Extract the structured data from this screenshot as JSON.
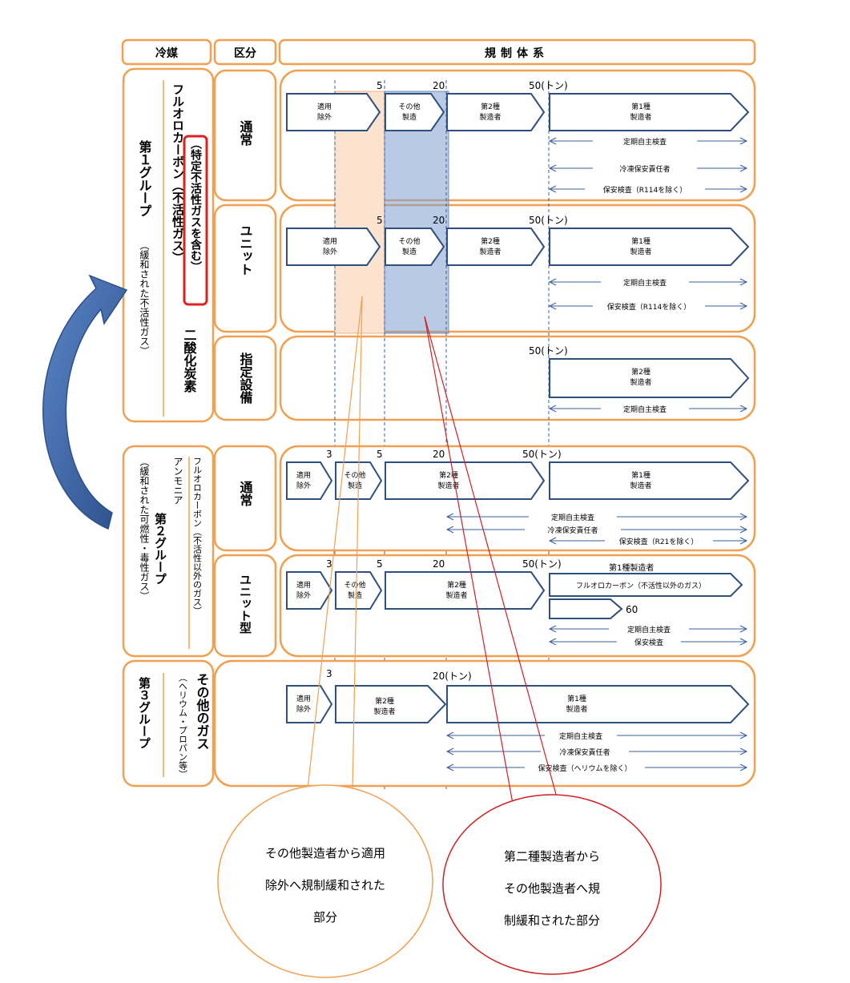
{
  "header": {
    "refrigerant": "冷媒",
    "category": "区分",
    "system": "規制体系"
  },
  "group1": {
    "title": "第１グループ",
    "title_sub": "（緩和された不活性ガス）",
    "fc_title": "フルオロカーボン（不活性ガス）",
    "fc_boxed": "（特定不活性ガスを含む）",
    "co2": "二酸化炭素",
    "row_normal": "通常",
    "row_unit": "ユニット",
    "row_designated": "指定設備"
  },
  "group2": {
    "title": "第２グループ",
    "title_sub": "（緩和された可燃性・毒性ガス）",
    "gas": "アンモニア",
    "gas2": "フルオロカーボン（不活性以外のガス）",
    "row_normal": "通常",
    "row_unit": "ユニット型"
  },
  "group3": {
    "title": "第３グループ",
    "gas": "その他のガス",
    "gas_sub": "（ヘリウム・プロパン等）"
  },
  "scale": {
    "s3": "3",
    "s5": "5",
    "s20": "20",
    "s50": "50(トン)",
    "s20t": "20(トン)",
    "s60": "60"
  },
  "labels": {
    "exempt1": "適用",
    "exempt2": "除外",
    "other1": "その他",
    "other2": "製造",
    "second1": "第2種",
    "second2": "製造者",
    "first1": "第1種",
    "first2": "製造者",
    "first_mfr": "第1種製造者",
    "fc_non_inert": "フルオロカーボン（不活性以外のガス）",
    "periodic": "定期自主検査",
    "refrig_manager": "冷凍保安責任者",
    "safety_r114": "保安検査（R114を除く）",
    "safety_r21": "保安検査（R21を除く）",
    "safety": "保安検査",
    "safety_he": "保安検査（ヘリウムを除く）"
  },
  "bubbles": {
    "orange": [
      "その他製造者から適用",
      "除外へ規制緩和された",
      "部分"
    ],
    "red": [
      "第二種製造者から",
      "その他製造者へ規",
      "制緩和された部分"
    ]
  },
  "colors": {
    "frame": "#f0a050",
    "arrow": "#2f4f7f",
    "blue_band": "#7f9fcf",
    "orange_band": "#fbe3cf",
    "red": "#cc2222",
    "blue_arrow": "#3c68a8"
  }
}
